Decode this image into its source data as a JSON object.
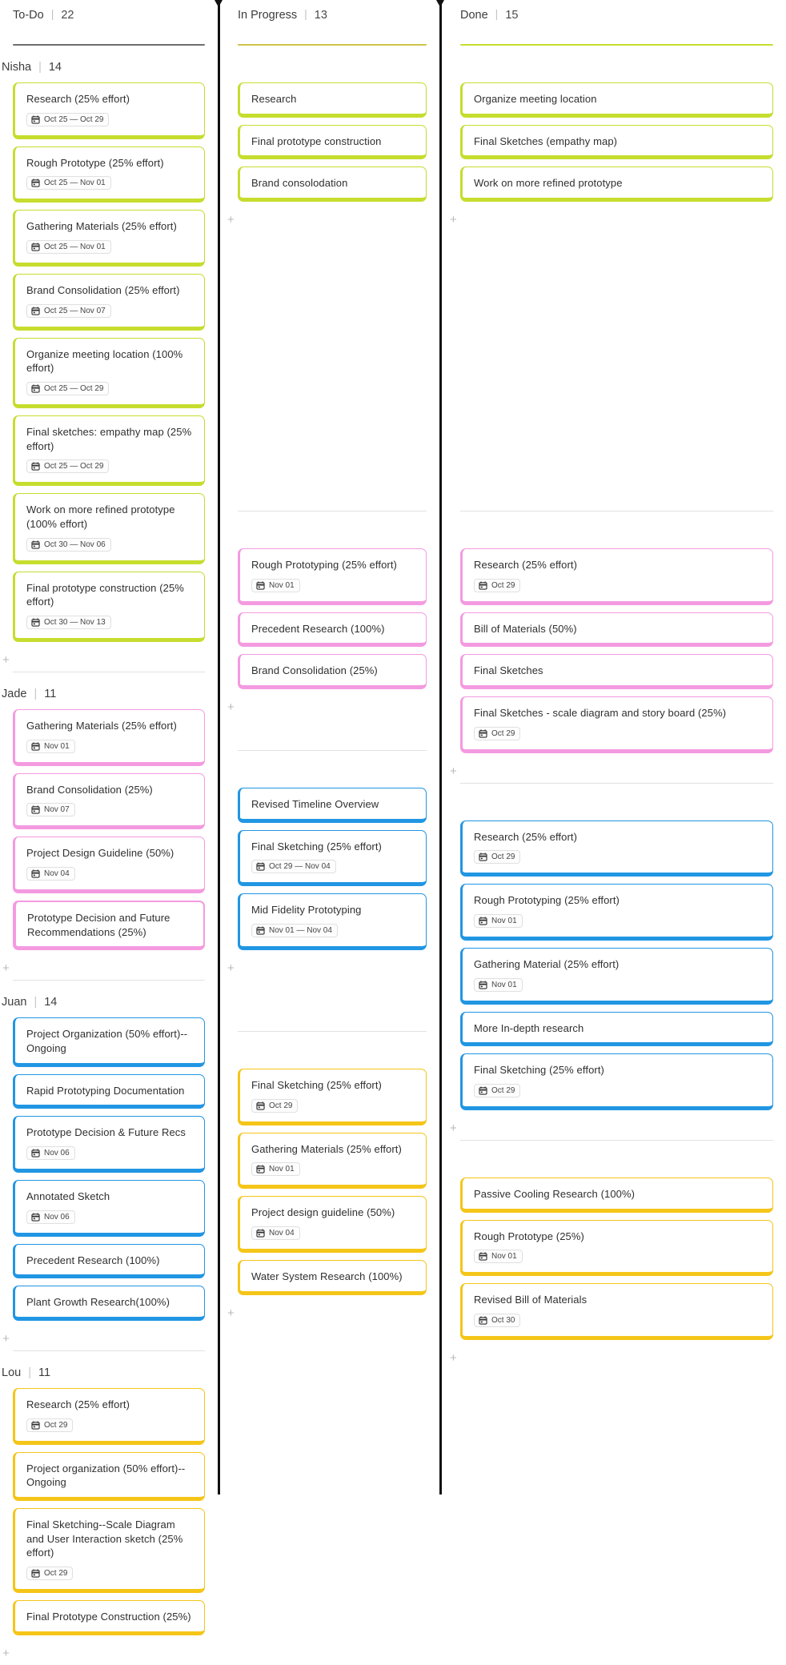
{
  "palette": {
    "lime": "#c6dd2e",
    "pink": "#f49ae0",
    "pink_strong": "#f45fd0",
    "blue": "#2196e3",
    "yellow": "#f5c518",
    "header_rule_grey": "#6e6e6e",
    "header_rule_olive": "#cfc24a",
    "divider": "#111111"
  },
  "icons": {
    "calendar": "calendar-icon",
    "add": "plus-icon"
  },
  "add_label": "+",
  "separator": "|",
  "columns": [
    {
      "key": "todo",
      "title": "To-Do",
      "count": "22",
      "underline": "grey",
      "groups": [
        {
          "name": "Nisha",
          "count": "14",
          "color": "lime",
          "cards": [
            {
              "title": "Research (25% effort)",
              "date": "Oct 25 — Oct 29"
            },
            {
              "title": "Rough Prototype (25% effort)",
              "date": "Oct 25 — Nov 01"
            },
            {
              "title": "Gathering Materials (25% effort)",
              "date": "Oct 25 — Nov 01"
            },
            {
              "title": "Brand Consolidation (25% effort)",
              "date": "Oct 25 — Nov 07"
            },
            {
              "title": "Organize meeting location (100% effort)",
              "date": "Oct 25 — Oct 29"
            },
            {
              "title": "Final sketches: empathy map (25% effort)",
              "date": "Oct 25 — Oct 29"
            },
            {
              "title": "Work on more refined prototype (100% effort)",
              "date": "Oct 30 — Nov 06"
            },
            {
              "title": "Final prototype construction (25% effort)",
              "date": "Oct 30 — Nov 13"
            }
          ]
        },
        {
          "name": "Jade",
          "count": "11",
          "color": "pink",
          "cards": [
            {
              "title": "Gathering Materials (25% effort)",
              "date": "Nov 01"
            },
            {
              "title": "Brand Consolidation  (25%)",
              "date": "Nov 07"
            },
            {
              "title": "Project Design Guideline (50%)",
              "date": "Nov 04"
            },
            {
              "title": "Prototype Decision and Future Recommendations (25%)",
              "date": "",
              "strong": true
            }
          ]
        },
        {
          "name": "Juan",
          "count": "14",
          "color": "blue",
          "cards": [
            {
              "title": "Project Organization (50% effort)--Ongoing",
              "date": ""
            },
            {
              "title": "Rapid Prototyping Documentation",
              "date": ""
            },
            {
              "title": "Prototype Decision & Future Recs",
              "date": "Nov 06"
            },
            {
              "title": "Annotated Sketch",
              "date": "Nov 06"
            },
            {
              "title": "Precedent Research (100%)",
              "date": ""
            },
            {
              "title": "Plant Growth Research(100%)",
              "date": ""
            }
          ]
        },
        {
          "name": "Lou",
          "count": "11",
          "color": "yellow",
          "cards": [
            {
              "title": "Research (25% effort)",
              "date": "Oct 29"
            },
            {
              "title": "Project organization (50% effort)--Ongoing",
              "date": ""
            },
            {
              "title": "Final Sketching--Scale Diagram and User Interaction sketch (25% effort)",
              "date": "Oct 29"
            },
            {
              "title": "Final Prototype Construction (25%)",
              "date": ""
            }
          ]
        }
      ]
    },
    {
      "key": "inprogress",
      "title": "In Progress",
      "count": "13",
      "underline": "olive",
      "groups": [
        {
          "name": "Nisha",
          "count": "14",
          "color": "lime",
          "cards": [
            {
              "title": "Research",
              "date": ""
            },
            {
              "title": "Final prototype construction",
              "date": ""
            },
            {
              "title": "Brand consolodation",
              "date": ""
            }
          ]
        },
        {
          "name": "Jade",
          "count": "11",
          "color": "pink",
          "cards": [
            {
              "title": "Rough Prototyping (25% effort)",
              "date": "Nov 01"
            },
            {
              "title": "Precedent Research (100%)",
              "date": ""
            },
            {
              "title": "Brand Consolidation (25%)",
              "date": ""
            }
          ]
        },
        {
          "name": "Juan",
          "count": "14",
          "color": "blue",
          "cards": [
            {
              "title": "Revised Timeline Overview",
              "date": ""
            },
            {
              "title": "Final Sketching (25% effort)",
              "date": "Oct 29 — Nov 04"
            },
            {
              "title": "Mid Fidelity Prototyping",
              "date": "Nov 01 — Nov 04"
            }
          ]
        },
        {
          "name": "Lou",
          "count": "11",
          "color": "yellow",
          "cards": [
            {
              "title": "Final Sketching (25% effort)",
              "date": "Oct 29"
            },
            {
              "title": "Gathering Materials (25% effort)",
              "date": "Nov 01"
            },
            {
              "title": "Project design guideline (50%)",
              "date": "Nov 04"
            },
            {
              "title": "Water System Research (100%)",
              "date": ""
            }
          ]
        }
      ]
    },
    {
      "key": "done",
      "title": "Done",
      "count": "15",
      "underline": "lime",
      "groups": [
        {
          "name": "Nisha",
          "count": "14",
          "color": "lime",
          "cards": [
            {
              "title": "Organize meeting location",
              "date": ""
            },
            {
              "title": "Final Sketches (empathy map)",
              "date": ""
            },
            {
              "title": "Work on more refined prototype",
              "date": ""
            }
          ]
        },
        {
          "name": "Jade",
          "count": "11",
          "color": "pink",
          "cards": [
            {
              "title": "Research (25% effort)",
              "date": "Oct 29"
            },
            {
              "title": "Bill of Materials (50%)",
              "date": ""
            },
            {
              "title": "Final Sketches",
              "date": ""
            },
            {
              "title": "Final Sketches - scale diagram and story board (25%)",
              "date": "Oct 29"
            }
          ]
        },
        {
          "name": "Juan",
          "count": "14",
          "color": "blue",
          "cards": [
            {
              "title": "Research (25% effort)",
              "date": "Oct 29"
            },
            {
              "title": "Rough Prototyping (25% effort)",
              "date": "Nov 01"
            },
            {
              "title": "Gathering Material (25% effort)",
              "date": "Nov 01"
            },
            {
              "title": "More In-depth research",
              "date": ""
            },
            {
              "title": "Final Sketching (25% effort)",
              "date": "Oct 29"
            }
          ]
        },
        {
          "name": "Lou",
          "count": "11",
          "color": "yellow",
          "cards": [
            {
              "title": "Passive Cooling Research (100%)",
              "date": ""
            },
            {
              "title": "Rough Prototype (25%)",
              "date": "Nov 01"
            },
            {
              "title": "Revised Bill of Materials",
              "date": "Oct 30"
            }
          ]
        }
      ]
    }
  ],
  "row_offsets": {
    "group_tops": [
      46,
      638,
      937,
      1288
    ]
  }
}
